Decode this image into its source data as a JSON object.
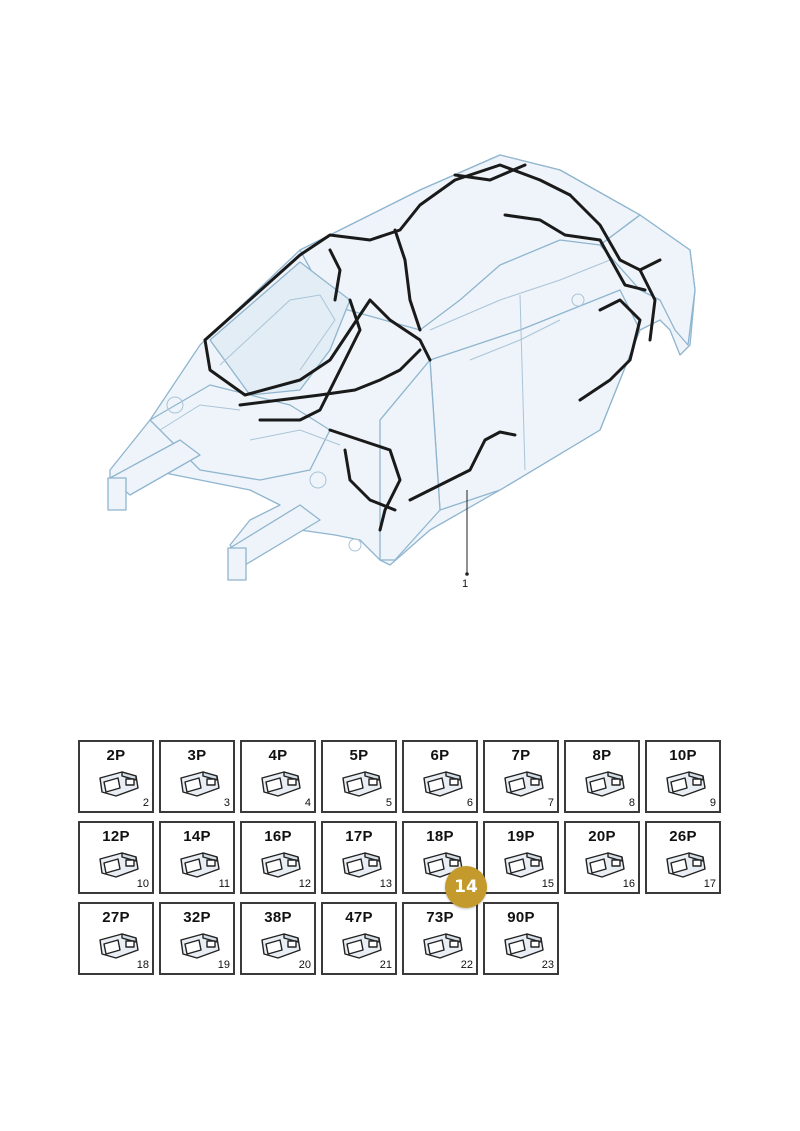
{
  "diagram": {
    "callout_number": "1",
    "connectors": [
      {
        "label": "2P",
        "number": "2"
      },
      {
        "label": "3P",
        "number": "3"
      },
      {
        "label": "4P",
        "number": "4"
      },
      {
        "label": "5P",
        "number": "5"
      },
      {
        "label": "6P",
        "number": "6"
      },
      {
        "label": "7P",
        "number": "7"
      },
      {
        "label": "8P",
        "number": "8"
      },
      {
        "label": "10P",
        "number": "9"
      },
      {
        "label": "12P",
        "number": "10"
      },
      {
        "label": "14P",
        "number": "11"
      },
      {
        "label": "16P",
        "number": "12"
      },
      {
        "label": "17P",
        "number": "13"
      },
      {
        "label": "18P",
        "number": "14"
      },
      {
        "label": "19P",
        "number": "15"
      },
      {
        "label": "20P",
        "number": "16"
      },
      {
        "label": "26P",
        "number": "17"
      },
      {
        "label": "27P",
        "number": "18"
      },
      {
        "label": "32P",
        "number": "19"
      },
      {
        "label": "38P",
        "number": "20"
      },
      {
        "label": "47P",
        "number": "21"
      },
      {
        "label": "73P",
        "number": "22"
      },
      {
        "label": "90P",
        "number": "23"
      }
    ],
    "badge": "14"
  },
  "colors": {
    "body_fill": "#eef4f9",
    "body_line": "#8fb5cf",
    "harness": "#1a1a1a",
    "badge": "#c49a2c"
  }
}
